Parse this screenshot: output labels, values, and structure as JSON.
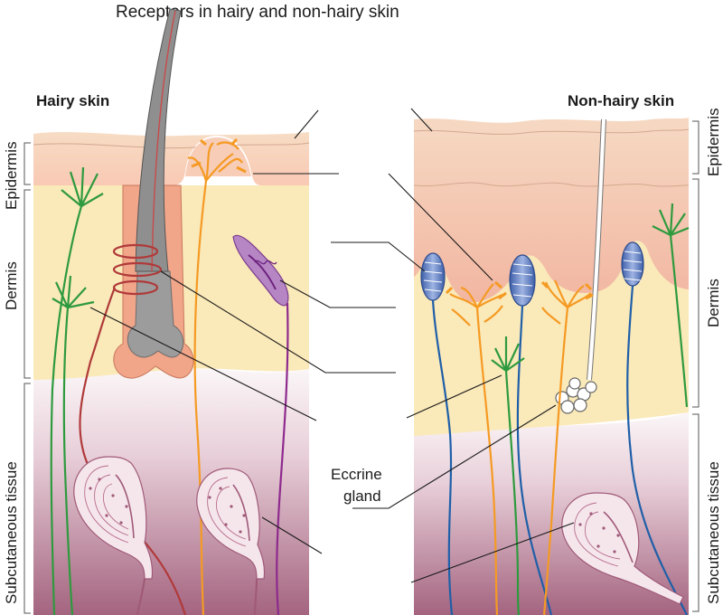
{
  "title": "Receptors in hairy and non-hairy skin",
  "left_panel": {
    "heading": "Hairy skin"
  },
  "right_panel": {
    "heading": "Non-hairy skin"
  },
  "layers": {
    "epidermis": "Epidermis",
    "dermis": "Dermis",
    "subcutaneous": "Subcutaneous tissue"
  },
  "callouts": {
    "eccrine_line1": "Eccrine",
    "eccrine_line2": "gland"
  },
  "colors": {
    "epidermis_top": "#f6dfc4",
    "epidermis_mid": "#f9d8c6",
    "dermis": "#fae9b8",
    "subcutaneous_top": "#f6eef1",
    "subcutaneous_bottom": "#a0607e",
    "nerve_green": "#2e9a3e",
    "nerve_orange": "#f59a23",
    "nerve_red": "#b03a3a",
    "nerve_purple": "#8e2a8e",
    "nerve_blue": "#1f5fa8",
    "meissner_blue": "#5c7fc4",
    "pacinian_fill": "#f3e4ea",
    "hair_follicle": "#f2a58c",
    "hair_shaft": "#8e8e8e"
  }
}
